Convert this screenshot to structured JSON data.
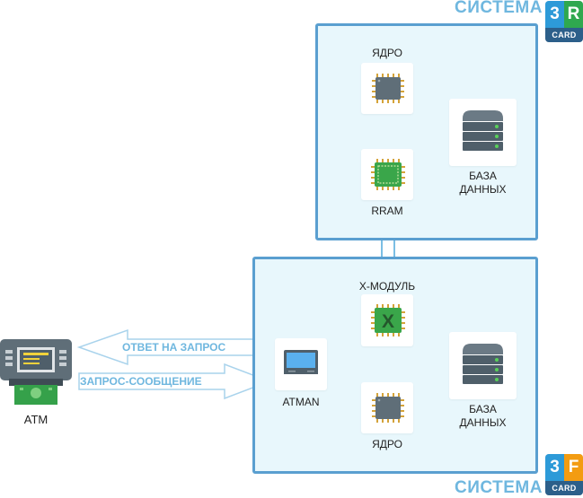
{
  "top_system": {
    "title": "СИСТЕМА",
    "badge": {
      "left": "3",
      "right": "R",
      "bottom": "CARD",
      "left_color": "#2d9ad8",
      "right_color": "#2fa84f"
    },
    "core_label": "ЯДРО",
    "rram_label": "RRAM",
    "db_label_line1": "БАЗА",
    "db_label_line2": "ДАННЫХ"
  },
  "bottom_system": {
    "title": "СИСТЕМА",
    "badge": {
      "left": "3",
      "right": "F",
      "bottom": "CARD",
      "left_color": "#2d9ad8",
      "right_color": "#f39c12"
    },
    "xmodule_label": "X-МОДУЛЬ",
    "xmodule_glyph": "X",
    "atman_label": "ATMAN",
    "core_label": "ЯДРО",
    "db_label_line1": "БАЗА",
    "db_label_line2": "ДАННЫХ"
  },
  "atm": {
    "label": "ATM"
  },
  "flows": {
    "response": "ОТВЕТ НА ЗАПРОС",
    "request": "ЗАПРОС-СООБЩЕНИЕ"
  },
  "colors": {
    "panel_border": "#5a9fd0",
    "panel_fill": "#e8f7fc",
    "accent_text": "#6fb7df",
    "connector": "#5aaedd",
    "chip_gray": "#5f6e78",
    "chip_green": "#3aa64a",
    "server_dark": "#4f5f6a"
  },
  "icons": [
    "cpu-chip-icon",
    "ram-chip-icon",
    "x-chip-icon",
    "database-server-icon",
    "laptop-icon",
    "atm-icon"
  ]
}
